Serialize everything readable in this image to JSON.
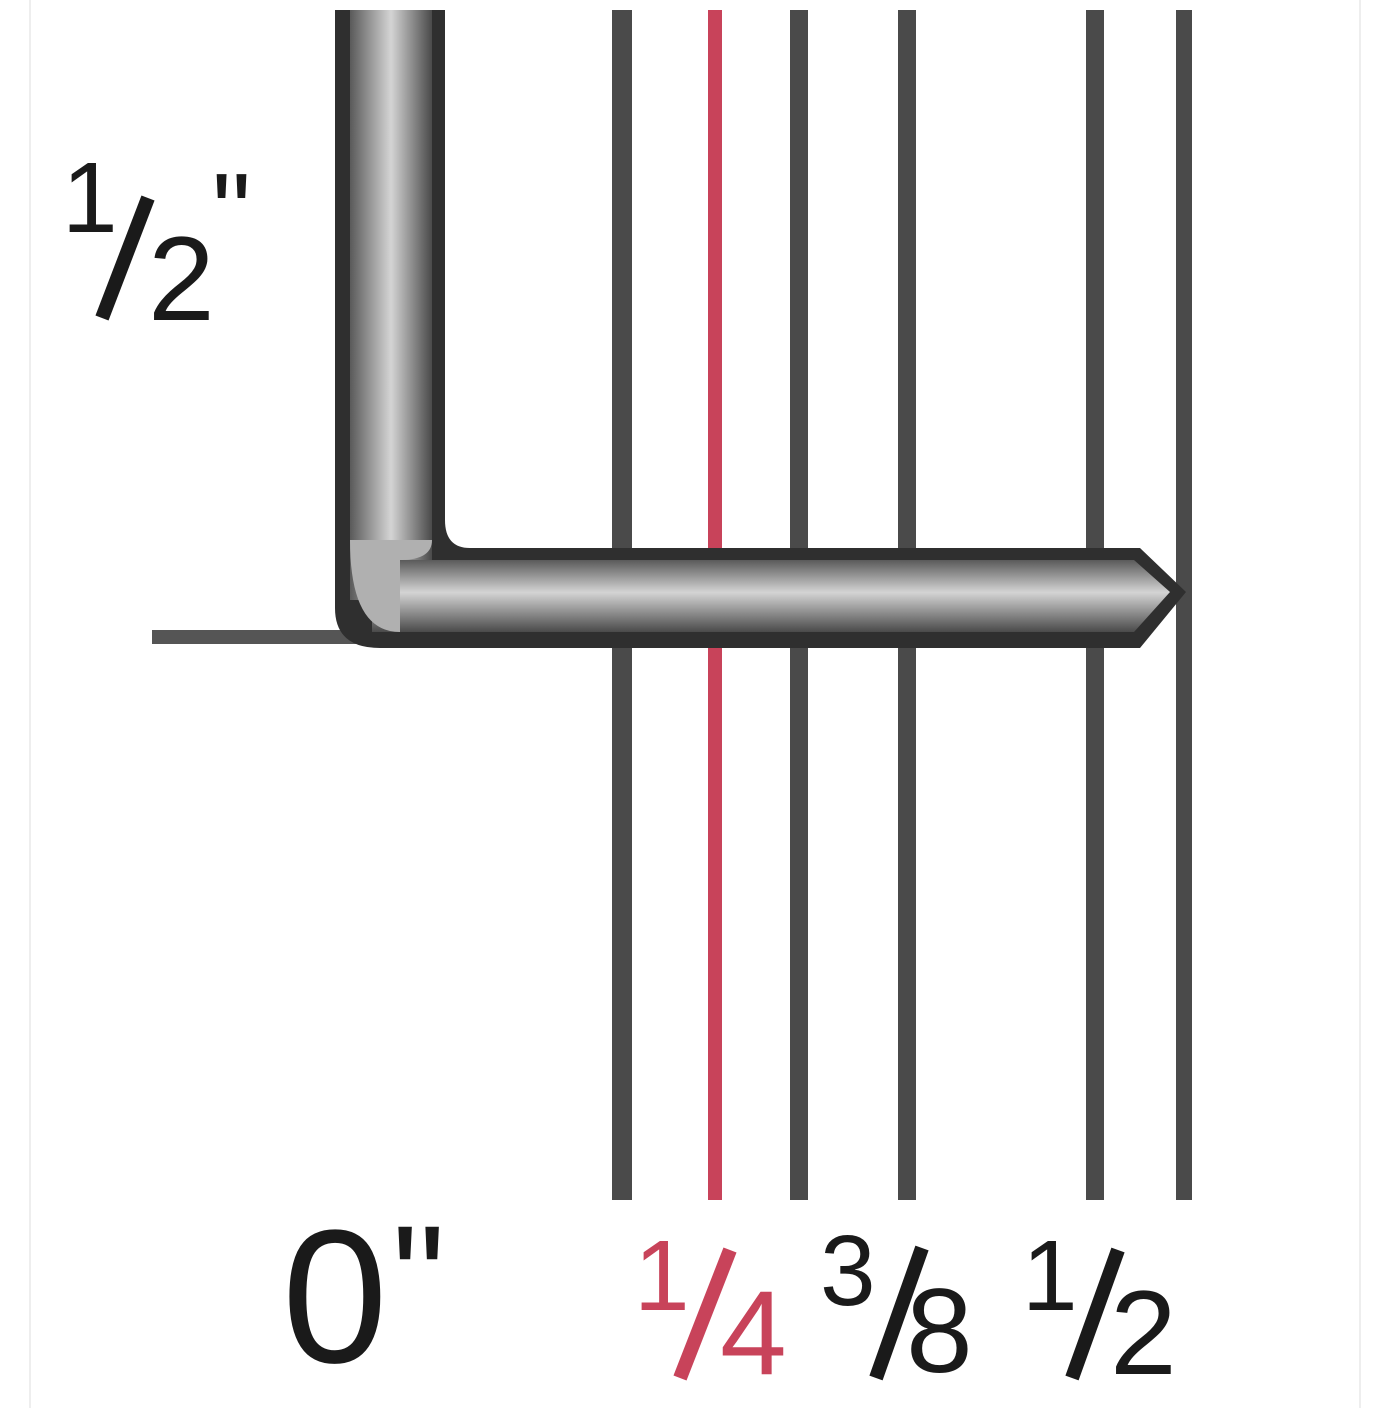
{
  "diagram": {
    "labels": {
      "height_mark": {
        "num": "1",
        "den": "2",
        "unit": "\""
      },
      "origin_mark": {
        "text": "0",
        "unit": "\""
      },
      "quarter": {
        "num": "1",
        "den": "4"
      },
      "three_eighths": {
        "num": "3",
        "den": "8"
      },
      "half": {
        "num": "1",
        "den": "2"
      }
    },
    "colors": {
      "line": "#4a4a4a",
      "highlight": "#c8435a",
      "bar_dark": "#3a3a3a",
      "bar_light": "#cfcfcf",
      "text": "#1a1a1a"
    }
  }
}
